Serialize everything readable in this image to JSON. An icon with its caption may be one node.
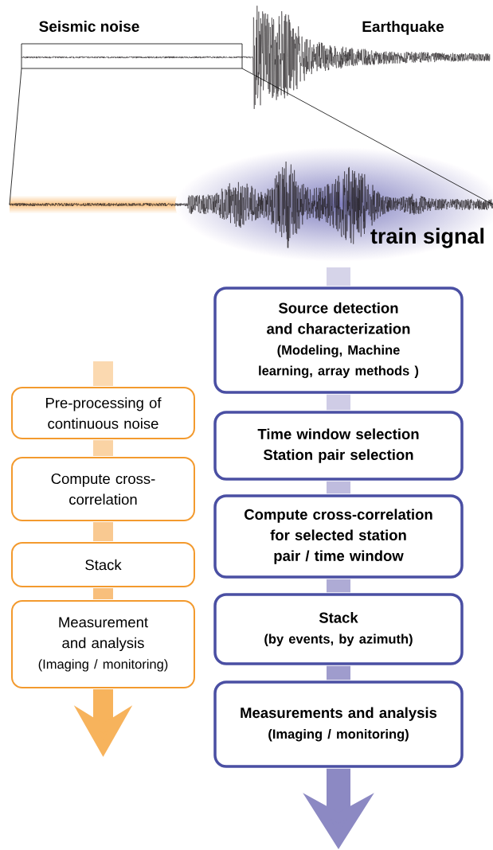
{
  "diagram": {
    "nodes": [
      {
        "text": [
          "Pre-processing of continuous noise"
        ]
      },
      {
        "text": [
          "Compute cross-correlation"
        ]
      },
      {
        "text": [
          "Stack"
        ]
      },
      {
        "text": [
          "Measurement and analysis",
          "(Imaging / monitoring)"
        ]
      },
      {
        "text": [
          "Source detection and characterization",
          "(Modeling, Machine learning, array methods )"
        ]
      },
      {
        "text": [
          "Time window selection",
          "Station pair selection"
        ]
      },
      {
        "text": [
          "Compute cross-correlation for selected station pair / time window"
        ]
      },
      {
        "text": [
          "Stack",
          "(by events, by azimuth)"
        ]
      },
      {
        "text": [
          "Measurements and analysis",
          "(Imaging / monitoring)"
        ]
      }
    ],
    "edges": [
      {
        "from": null,
        "to": 0,
        "arrow": "none",
        "color": "#fbd9b0"
      },
      {
        "from": 0,
        "to": 1,
        "arrow": "none",
        "color": "#fad3a4"
      },
      {
        "from": 1,
        "to": 2,
        "arrow": "none",
        "color": "#f9c991"
      },
      {
        "from": 2,
        "to": 3,
        "arrow": "none",
        "color": "#f8bf7c"
      },
      {
        "from": 3,
        "to": null,
        "arrow": "to",
        "color": "#f7b35c"
      },
      {
        "from": null,
        "to": 4,
        "arrow": "none",
        "color": "#d6d4e9"
      },
      {
        "from": 4,
        "to": 5,
        "arrow": "none",
        "color": "#cfcce6"
      },
      {
        "from": 5,
        "to": 6,
        "arrow": "none",
        "color": "#bfbcde"
      },
      {
        "from": 6,
        "to": 7,
        "arrow": "none",
        "color": "#aeabd5"
      },
      {
        "from": 7,
        "to": 8,
        "arrow": "none",
        "color": "#9f9ccd"
      },
      {
        "from": 8,
        "to": null,
        "arrow": "to",
        "color": "#8c89c3"
      }
    ],
    "labels": [
      "Seismic noise",
      "Earthquake",
      "train signal"
    ]
  }
}
